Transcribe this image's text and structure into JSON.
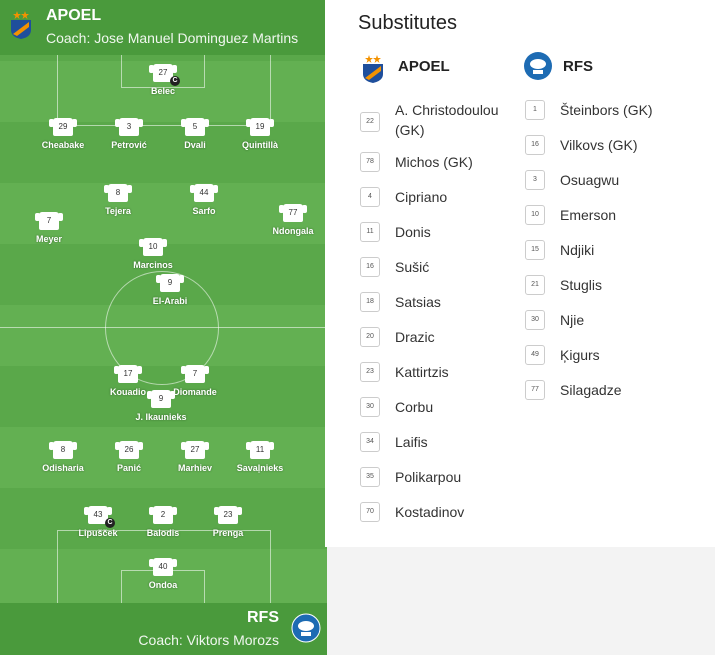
{
  "home": {
    "name": "APOEL",
    "coach": "Coach: Jose Manuel Dominguez Martins"
  },
  "away": {
    "name": "RFS",
    "coach": "Coach: Viktors Morozs"
  },
  "home_players": [
    {
      "num": "27",
      "name": "Belec",
      "captain": true
    },
    {
      "num": "29",
      "name": "Cheabake",
      "captain": false
    },
    {
      "num": "3",
      "name": "Petrović",
      "captain": false
    },
    {
      "num": "5",
      "name": "Dvali",
      "captain": false
    },
    {
      "num": "19",
      "name": "Quintillà",
      "captain": false
    },
    {
      "num": "8",
      "name": "Tejera",
      "captain": false
    },
    {
      "num": "44",
      "name": "Sarfo",
      "captain": false
    },
    {
      "num": "7",
      "name": "Meyer",
      "captain": false
    },
    {
      "num": "77",
      "name": "Ndongala",
      "captain": false
    },
    {
      "num": "10",
      "name": "Marcinos",
      "captain": false
    },
    {
      "num": "9",
      "name": "El-Arabi",
      "captain": false
    }
  ],
  "away_players": [
    {
      "num": "17",
      "name": "Kouadio",
      "captain": false
    },
    {
      "num": "7",
      "name": "Diomande",
      "captain": false
    },
    {
      "num": "9",
      "name": "J. Ikaunieks",
      "captain": false
    },
    {
      "num": "8",
      "name": "Odisharia",
      "captain": false
    },
    {
      "num": "26",
      "name": "Panić",
      "captain": false
    },
    {
      "num": "27",
      "name": "Marhiev",
      "captain": false
    },
    {
      "num": "11",
      "name": "Savaļnieks",
      "captain": false
    },
    {
      "num": "43",
      "name": "Lipušček",
      "captain": true
    },
    {
      "num": "2",
      "name": "Balodis",
      "captain": false
    },
    {
      "num": "23",
      "name": "Prenga",
      "captain": false
    },
    {
      "num": "40",
      "name": "Ondoa",
      "captain": false
    }
  ],
  "captain_mark": "C",
  "substitutes": {
    "title": "Substitutes",
    "home_team": "APOEL",
    "away_team": "RFS",
    "home": [
      {
        "num": "22",
        "name": "A. Christodoulou (GK)"
      },
      {
        "num": "78",
        "name": "Michos (GK)"
      },
      {
        "num": "4",
        "name": "Cipriano"
      },
      {
        "num": "11",
        "name": "Donis"
      },
      {
        "num": "16",
        "name": "Sušić"
      },
      {
        "num": "18",
        "name": "Satsias"
      },
      {
        "num": "20",
        "name": "Drazic"
      },
      {
        "num": "23",
        "name": "Kattirtzis"
      },
      {
        "num": "30",
        "name": "Corbu"
      },
      {
        "num": "34",
        "name": "Laifis"
      },
      {
        "num": "35",
        "name": "Polikarpou"
      },
      {
        "num": "70",
        "name": "Kostadinov"
      }
    ],
    "away": [
      {
        "num": "1",
        "name": "Šteinbors (GK)"
      },
      {
        "num": "16",
        "name": "Vilkovs (GK)"
      },
      {
        "num": "3",
        "name": "Osuagwu"
      },
      {
        "num": "10",
        "name": "Emerson"
      },
      {
        "num": "15",
        "name": "Ndjiki"
      },
      {
        "num": "21",
        "name": "Stuglis"
      },
      {
        "num": "30",
        "name": "Njie"
      },
      {
        "num": "49",
        "name": "Ķigurs"
      },
      {
        "num": "77",
        "name": "Silagadze"
      }
    ]
  },
  "colors": {
    "pitch": "#5aa84a",
    "pitch_alt": "#63b052",
    "apoel_blue": "#1f4f9c",
    "apoel_orange": "#f39200",
    "rfs_blue": "#1d6bb3"
  },
  "icons": {
    "apoel_logo": "apoel-crest-icon",
    "rfs_logo": "rfs-crest-icon"
  }
}
